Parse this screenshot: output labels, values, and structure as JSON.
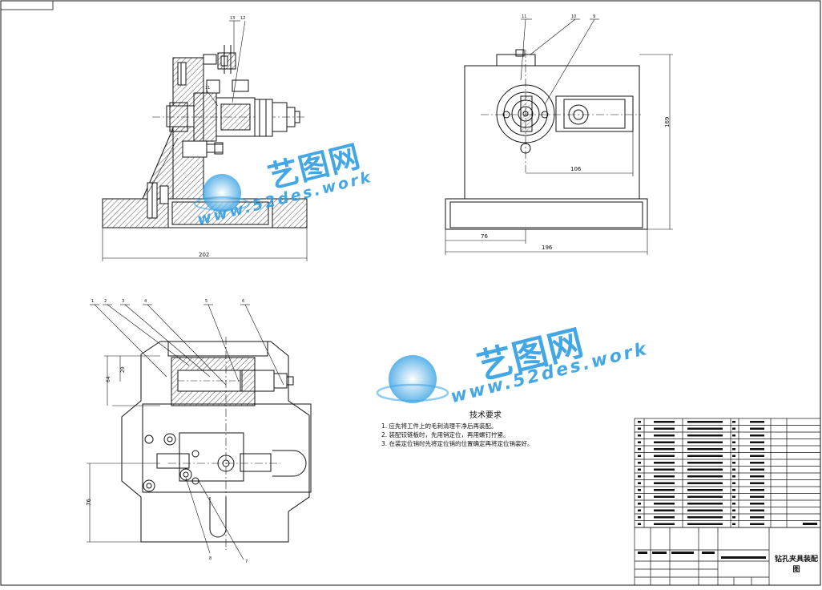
{
  "dimensions": {
    "width_202": "202",
    "width_196": "196",
    "height_169": "169",
    "dist_106": "106",
    "dist_76_top": "76",
    "dist_76_bottom": "76",
    "dim_29": "29",
    "dim_64": "64"
  },
  "part_balloons": {
    "top": [
      "13",
      "12",
      "11",
      "11",
      "10",
      "9"
    ],
    "bottom": [
      "1",
      "2",
      "3",
      "4",
      "5",
      "6",
      "7",
      "8"
    ]
  },
  "tech_requirements": {
    "title": "技术要求",
    "lines": [
      "1. 应先将工件上的毛刺清理干净后再装配。",
      "2. 装配铰链板时，先用销定位，再用螺钉拧紧。",
      "3. 在装定位销时先将定位销的位置确定再将定位销装好。"
    ]
  },
  "title_block": {
    "drawing_name": "钻孔夹具装配图"
  },
  "watermark": {
    "brand": "艺图网",
    "url": "www.52des.work"
  },
  "colors": {
    "line": "#111111",
    "watermark": "#2f9ee3"
  }
}
